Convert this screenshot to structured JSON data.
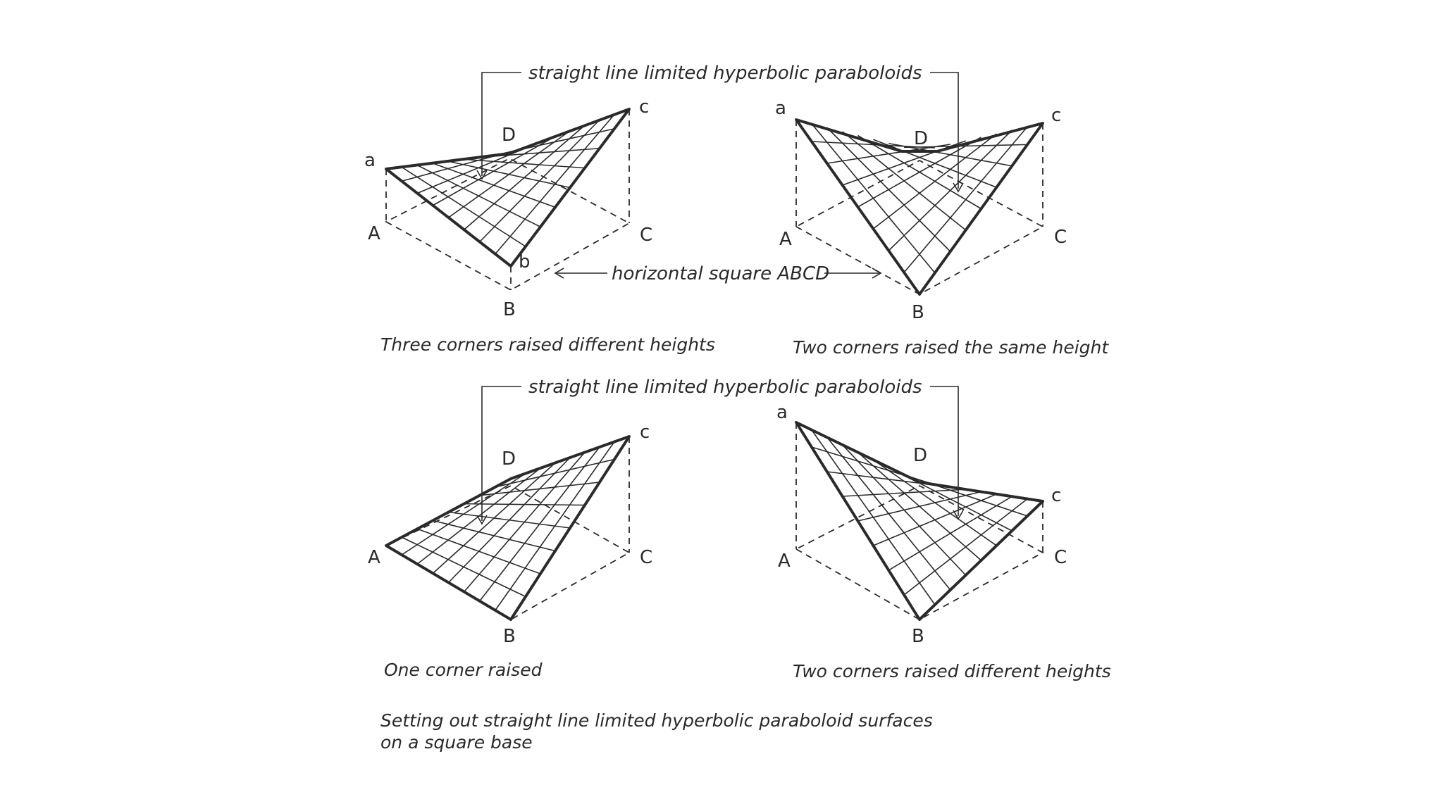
{
  "annotations": {
    "top_label": "straight line limited hyperbolic paraboloids",
    "middle_label": "horizontal square ABCD",
    "bottom_label": "straight line limited hyperbolic paraboloids"
  },
  "captions": {
    "top_left": "Three corners raised different heights",
    "top_right": "Two corners raised the same height",
    "bottom_left": "One corner raised",
    "bottom_right": "Two corners raised different heights"
  },
  "footer": {
    "line1": "Setting out straight line limited hyperbolic paraboloid surfaces",
    "line2": "on a square base"
  },
  "corner_labels": {
    "upper": {
      "a": "a",
      "b": "b",
      "c": "c",
      "D": "D"
    },
    "lower": {
      "A": "A",
      "B": "B",
      "C": "C"
    }
  }
}
